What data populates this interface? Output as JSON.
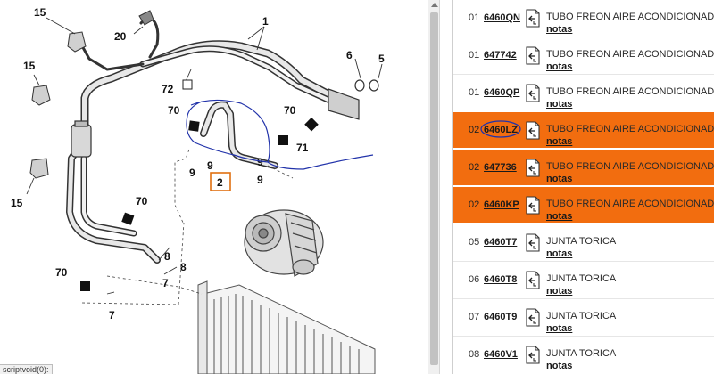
{
  "diagram": {
    "callouts": {
      "c1": "1",
      "c2": "2",
      "c5": "5",
      "c6": "6",
      "c7a": "7",
      "c7b": "7",
      "c8a": "8",
      "c8b": "8",
      "c9a": "9",
      "c9b": "9",
      "c9c": "9",
      "c9d": "9",
      "c15a": "15",
      "c15b": "15",
      "c15c": "15",
      "c20": "20",
      "c70a": "70",
      "c70b": "70",
      "c70c": "70",
      "c70d": "70",
      "c71": "71",
      "c72": "72"
    }
  },
  "parts": [
    {
      "qty": "01",
      "ref": "6460QN",
      "description": "TUBO FREON AIRE ACONDICIONADO",
      "notes": "notas",
      "highlighted": false
    },
    {
      "qty": "01",
      "ref": "647742",
      "description": "TUBO FREON AIRE ACONDICIONADO",
      "notes": "notas",
      "highlighted": false
    },
    {
      "qty": "01",
      "ref": "6460QP",
      "description": "TUBO FREON AIRE ACONDICIONADO",
      "notes": "notas",
      "highlighted": false
    },
    {
      "qty": "02",
      "ref": "6460LZ",
      "description": "TUBO FREON AIRE ACONDICIONADO",
      "notes": "notas",
      "highlighted": true
    },
    {
      "qty": "02",
      "ref": "647736",
      "description": "TUBO FREON AIRE ACONDICIONADO",
      "notes": "notas",
      "highlighted": true
    },
    {
      "qty": "02",
      "ref": "6460KP",
      "description": "TUBO FREON AIRE ACONDICIONADO",
      "notes": "notas",
      "highlighted": true
    },
    {
      "qty": "05",
      "ref": "6460T7",
      "description": "JUNTA TORICA",
      "notes": "notas",
      "highlighted": false
    },
    {
      "qty": "06",
      "ref": "6460T8",
      "description": "JUNTA TORICA",
      "notes": "notas",
      "highlighted": false
    },
    {
      "qty": "07",
      "ref": "6460T9",
      "description": "JUNTA TORICA",
      "notes": "notas",
      "highlighted": false
    },
    {
      "qty": "08",
      "ref": "6460V1",
      "description": "JUNTA TORICA",
      "notes": "notas",
      "highlighted": false
    }
  ],
  "status_bar": {
    "text": "scriptvoid(0):"
  },
  "colors": {
    "highlight": "#f26d0f",
    "annotation": "#2233aa",
    "selected_callout": "#e07010"
  },
  "icons": {
    "row_icon": "document-arrow-icon",
    "scroll": "scroll-up-arrow-icon"
  }
}
